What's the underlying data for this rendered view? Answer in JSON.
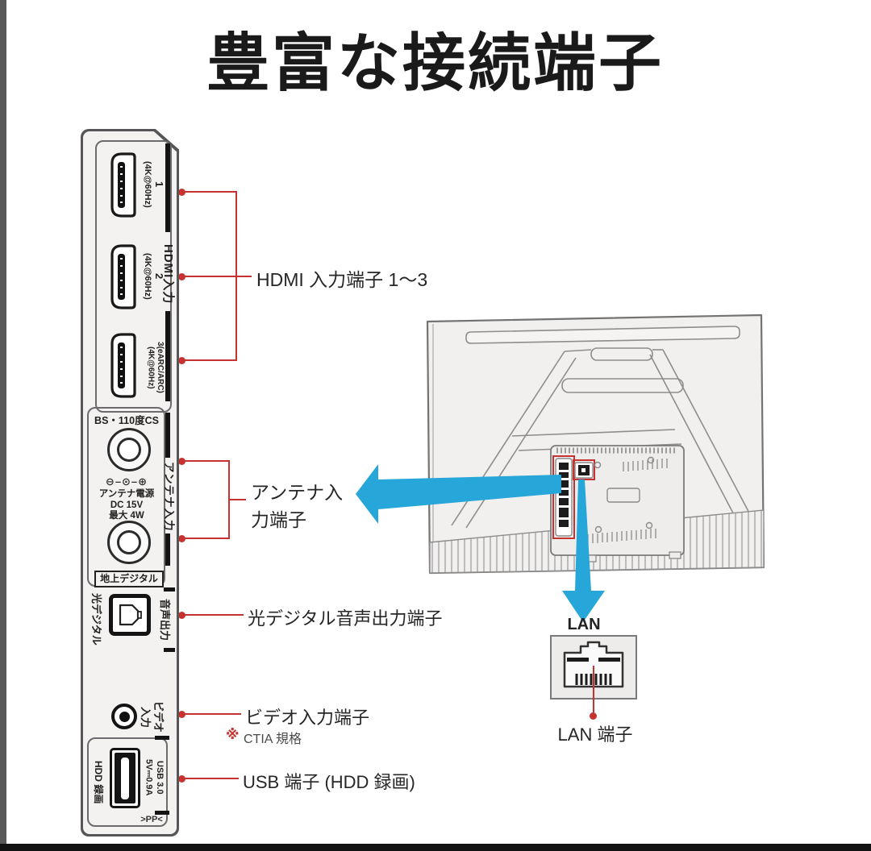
{
  "title": "豊富な接続端子",
  "panel": {
    "hdmi_group_label": "HDMI入力",
    "hdmi_ports": [
      {
        "num": "1",
        "spec": "(4K@60Hz)"
      },
      {
        "num": "2",
        "spec": "(4K@60Hz)"
      },
      {
        "num": "3(eARC/ARC)",
        "spec": "(4K@60Hz)"
      }
    ],
    "antenna": {
      "group_label": "アンテナ入力",
      "bs_label": "BS・110度CS",
      "power_symbols": "⊖–⊙–⊕",
      "power_line1": "アンテナ電源",
      "power_line2": "DC 15V",
      "power_line3": "最大 4W",
      "terrestrial_label": "地上デジタル"
    },
    "optical": {
      "left_label": "光デジタル",
      "right_label": "音声出力"
    },
    "video": {
      "label_line1": "ビデオ",
      "label_line2": "入力"
    },
    "usb": {
      "left_label": "HDD 録画",
      "spec_line1": "USB 3.0",
      "spec_line2": "5V⎓0.9A",
      "bottom_mark": ">PP<"
    }
  },
  "callouts": {
    "hdmi": "HDMI 入力端子 1～3",
    "antenna_line1": "アンテナ入",
    "antenna_line2": "力端子",
    "optical": "光デジタル音声出力端子",
    "video": "ビデオ入力端子",
    "video_note_mark": "※",
    "video_note": "CTIA 規格",
    "usb": "USB 端子 (HDD 録画)",
    "lan_top": "LAN",
    "lan_bottom": "LAN 端子"
  },
  "colors": {
    "callout_red": "#c5322f",
    "arrow_cyan": "#27a6da"
  }
}
